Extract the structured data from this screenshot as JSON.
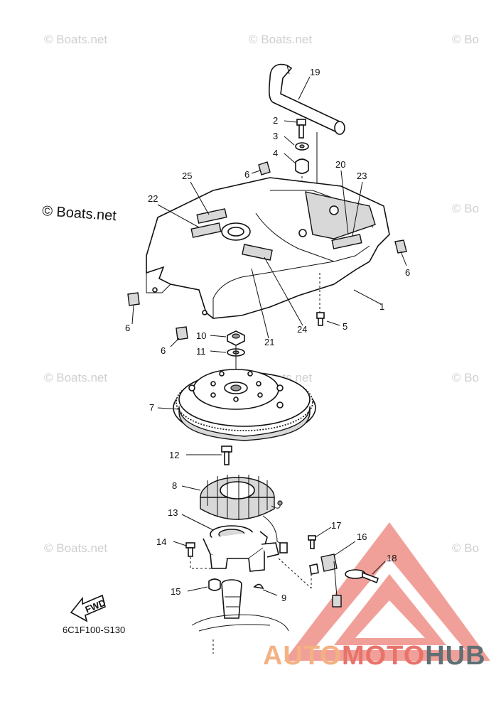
{
  "watermarks": [
    {
      "text": "© Boats.net"
    },
    {
      "text": "© Boats.net"
    },
    {
      "text": "© Bo"
    },
    {
      "text": "© Bo"
    },
    {
      "text": "© Boats.net"
    },
    {
      "text": "© Boats.net"
    },
    {
      "text": "© Bo"
    },
    {
      "text": "© Boats.net"
    },
    {
      "text": "© Bo"
    }
  ],
  "copyright_text": "© Boats.net",
  "diagram_code": "6C1F100-S130",
  "fwd_label": "FWD",
  "brand": {
    "part1": "AUTO",
    "part2": "MOTO",
    "part3": "HUB"
  },
  "colors": {
    "brand_light": "#f4b183",
    "brand_red": "#e8736a",
    "brand_dark": "#5f6f73",
    "watermark": "#cfcfcf"
  },
  "callouts": [
    "1",
    "2",
    "3",
    "4",
    "5",
    "6",
    "6",
    "6",
    "6",
    "7",
    "8",
    "9",
    "10",
    "11",
    "12",
    "13",
    "14",
    "15",
    "16",
    "17",
    "18",
    "19",
    "20",
    "21",
    "22",
    "23",
    "24",
    "25"
  ]
}
